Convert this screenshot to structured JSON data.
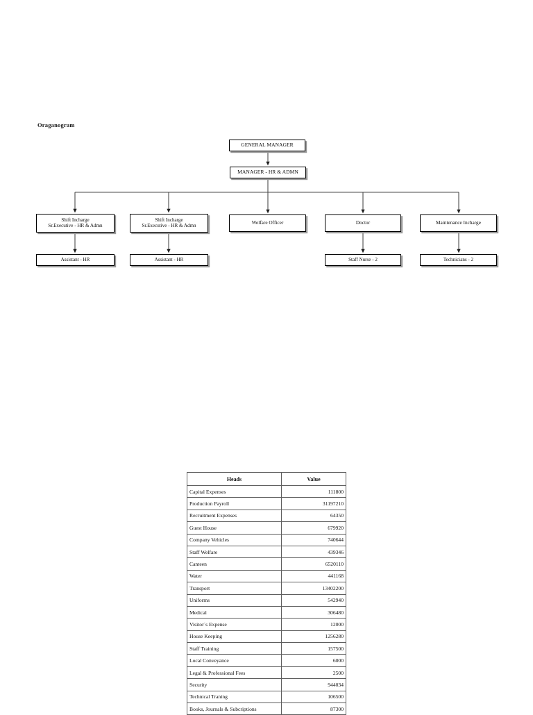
{
  "document": {
    "org_section_title": "Oraganogram"
  },
  "org_chart": {
    "nodes": {
      "general_manager": {
        "line1": "GENERAL MANAGER"
      },
      "manager_hr_admn": {
        "line1": "MANAGER - HR & ADMN"
      },
      "shift_incharge_1": {
        "line1": "Shift Incharge",
        "line2": "Sr.Executive - HR & Admn"
      },
      "shift_incharge_2": {
        "line1": "Shift Incharge",
        "line2": "Sr.Executive - HR & Admn"
      },
      "welfare_officer": {
        "line1": "Welfare Officer"
      },
      "doctor": {
        "line1": "Doctor"
      },
      "maintenance_incharge": {
        "line1": "Maintenance Incharge"
      },
      "assistant_hr_1": {
        "line1": "Assistant - HR"
      },
      "assistant_hr_2": {
        "line1": "Assistant - HR"
      },
      "staff_nurse": {
        "line1": "Staff Nurse - 2"
      },
      "technicians": {
        "line1": "Technicians - 2"
      }
    },
    "colors": {
      "box_border": "#000000",
      "box_shadow": "#9a9a9a",
      "connector": "#4a4a4a"
    }
  },
  "budget_table": {
    "columns": [
      "Heads",
      "Value"
    ],
    "rows": [
      {
        "head": "Capital Expenses",
        "value": "111800"
      },
      {
        "head": "Production Payroll",
        "value": "31197210"
      },
      {
        "head": "Recruitment Expenses",
        "value": "64350"
      },
      {
        "head": "Guest House",
        "value": "679920"
      },
      {
        "head": "Company Vehicles",
        "value": "740644"
      },
      {
        "head": "Staff Welfare",
        "value": "439346"
      },
      {
        "head": "Canteen",
        "value": "6520110"
      },
      {
        "head": "Water",
        "value": "441168"
      },
      {
        "head": "Transport",
        "value": "13402200"
      },
      {
        "head": "Uniforms",
        "value": "542940"
      },
      {
        "head": "Medical",
        "value": "306480"
      },
      {
        "head": "Visitor´s Expense",
        "value": "12000"
      },
      {
        "head": "House Keeping",
        "value": "1256280"
      },
      {
        "head": "Staff Training",
        "value": "157500"
      },
      {
        "head": "Local Conveyance",
        "value": "6000"
      },
      {
        "head": "Legal & Professional Fees",
        "value": "2500"
      },
      {
        "head": "Security",
        "value": "944034"
      },
      {
        "head": "Technical Traning",
        "value": "106500"
      },
      {
        "head": "Books, Journals & Subcriptions",
        "value": "87300"
      }
    ]
  }
}
